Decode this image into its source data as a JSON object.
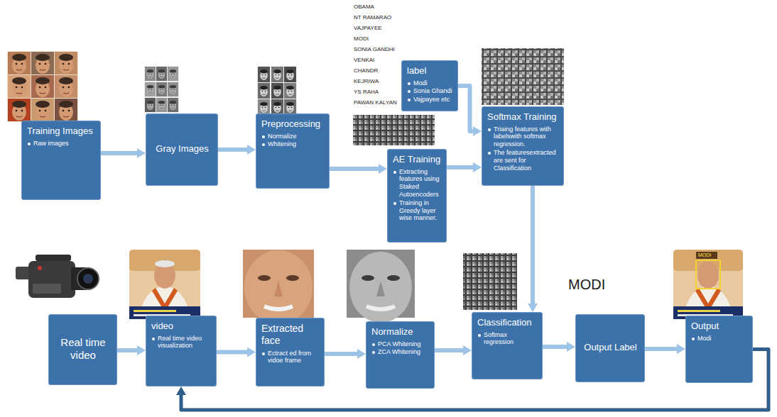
{
  "diagram": {
    "nodes": [
      {
        "text": [
          "Training Images",
          "Raw images"
        ]
      },
      {
        "text": [
          "Gray Images"
        ]
      },
      {
        "text": [
          "Preprocessing",
          "Normalize",
          "Whitening"
        ]
      },
      {
        "text": [
          "label",
          "Modi",
          "Sonia Ghandi",
          "Vajpayee etc"
        ]
      },
      {
        "text": [
          "AE Training",
          "Extracting features using Staked Autoencoders",
          "Training in Greedy layer wise manner."
        ]
      },
      {
        "text": [
          "Softmax Training",
          "Triaing features with labelswith softmax regression.",
          "The featuresextracted are sent for Classification"
        ]
      },
      {
        "text": [
          "Real time video"
        ]
      },
      {
        "text": [
          "video",
          "Real time video visualization"
        ]
      },
      {
        "text": [
          "Extracted face",
          "Ectract ed from vidoe frame"
        ]
      },
      {
        "text": [
          "Normalize",
          "PCA Whitening",
          "ZCA Whitening"
        ]
      },
      {
        "text": [
          "Classification",
          "Softmax regression"
        ]
      },
      {
        "text": [
          "Output Label"
        ]
      },
      {
        "text": [
          "Output",
          "Modi"
        ]
      }
    ],
    "edges": [
      {
        "from": 0,
        "to": 1,
        "arrow": "to"
      },
      {
        "from": 1,
        "to": 2,
        "arrow": "to"
      },
      {
        "from": 2,
        "to": 4,
        "arrow": "to"
      },
      {
        "from": 3,
        "to": 5,
        "arrow": "to"
      },
      {
        "from": 4,
        "to": 5,
        "arrow": "to"
      },
      {
        "from": 5,
        "to": 10,
        "arrow": "to"
      },
      {
        "from": 6,
        "to": 7,
        "arrow": "to"
      },
      {
        "from": 7,
        "to": 8,
        "arrow": "to"
      },
      {
        "from": 8,
        "to": 9,
        "arrow": "to"
      },
      {
        "from": 9,
        "to": 10,
        "arrow": "to"
      },
      {
        "from": 10,
        "to": 11,
        "arrow": "to"
      },
      {
        "from": 11,
        "to": 12,
        "arrow": "to"
      },
      {
        "from": 12,
        "to": 7,
        "arrow": "to"
      }
    ],
    "labels": [
      "OBAMA",
      "NT RAMARAO",
      "VAJPAYEE",
      "MODI",
      "SONIA GANDHI",
      "VENKAI",
      "CHANDR",
      "KEJRIWA",
      "YS RAHA",
      "PAWAN KALYAN",
      "MODI",
      "MODI"
    ]
  }
}
